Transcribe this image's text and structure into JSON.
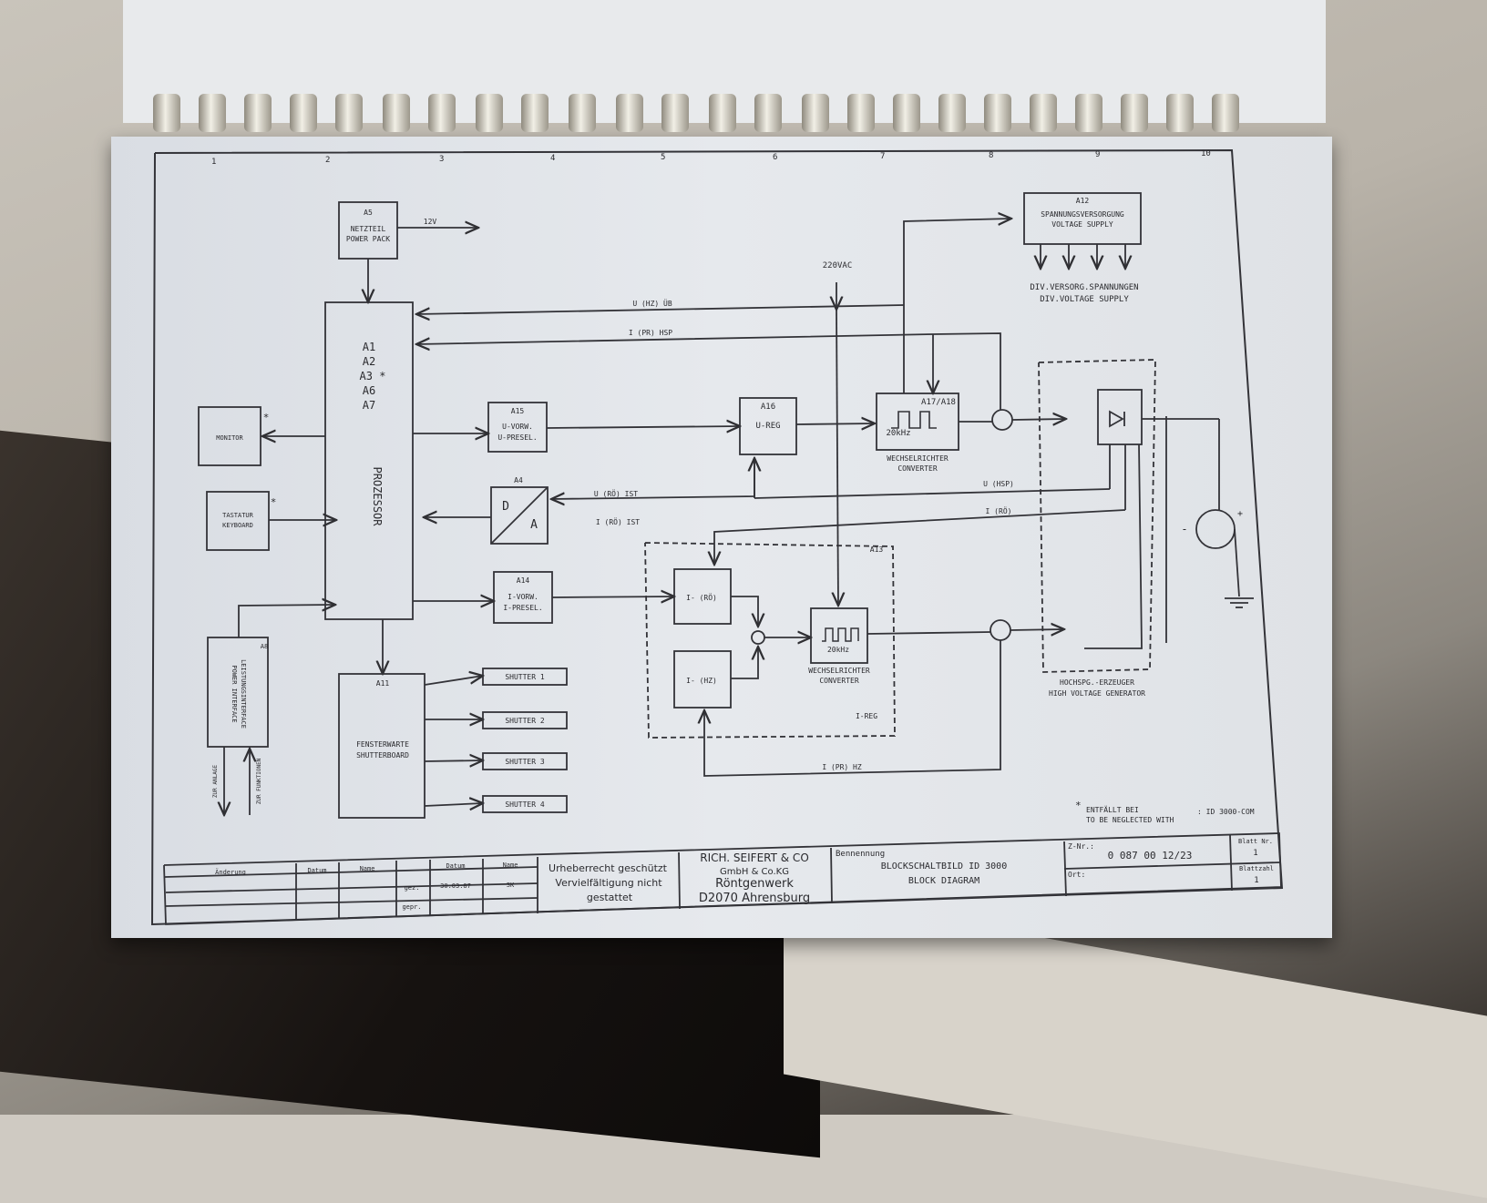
{
  "column_numbers": [
    "1",
    "2",
    "3",
    "4",
    "5",
    "6",
    "7",
    "8",
    "9",
    "10"
  ],
  "blocks": {
    "power_pack": {
      "id": "A5",
      "line1": "NETZTEIL",
      "line2": "POWER PACK",
      "out": "12V"
    },
    "processor": {
      "modules": [
        "A1",
        "A2",
        "A3 *",
        "A6",
        "A7"
      ],
      "label": "PROZESSOR"
    },
    "monitor": {
      "label": "MONITOR",
      "note": "*"
    },
    "keyboard": {
      "line1": "TASTATUR",
      "line2": "KEYBOARD",
      "note": "*"
    },
    "power_interface": {
      "id": "A8",
      "line1": "LEISTUNGSINTERFACE",
      "line2": "POWER INTERFACE"
    },
    "a15": {
      "id": "A15",
      "line1": "U-VORW.",
      "line2": "U-PRESEL."
    },
    "a4": {
      "id": "A4",
      "d": "D",
      "a": "A"
    },
    "a14": {
      "id": "A14",
      "line1": "I-VORW.",
      "line2": "I-PRESEL."
    },
    "a11": {
      "id": "A11",
      "line1": "FENSTERWARTE",
      "line2": "SHUTTERBOARD"
    },
    "shutters": [
      "SHUTTER 1",
      "SHUTTER 2",
      "SHUTTER 3",
      "SHUTTER 4"
    ],
    "a16": {
      "id": "A16",
      "label": "U-REG"
    },
    "a17": {
      "id": "A17/A18",
      "freq": "20kHz",
      "line1": "WECHSELRICHTER",
      "line2": "CONVERTER"
    },
    "a12": {
      "id": "A12",
      "line1": "SPANNUNGSVERSORGUNG",
      "line2": "VOLTAGE SUPPLY",
      "out1": "DIV.VERSORG.SPANNUNGEN",
      "out2": "DIV.VOLTAGE SUPPLY"
    },
    "a13": {
      "id": "A13",
      "i_roe": "I- (RÖ)",
      "i_hz": "I- (HZ)",
      "freq": "20kHz",
      "conv1": "WECHSELRICHTER",
      "conv2": "CONVERTER",
      "ireg": "I-REG"
    },
    "hv": {
      "line1": "HOCHSPG.-ERZEUGER",
      "line2": "HIGH VOLTAGE GENERATOR"
    }
  },
  "signals": {
    "supply": "220VAC",
    "u_hz": "U (HZ) ÜB",
    "i_pr_hsp": "I (PR) HSP",
    "u_roe_ist": "U (RÖ) IST",
    "i_roe_ist": "I (RÖ) IST",
    "u_hsp": "U (HSP)",
    "i_roe": "I (RÖ)",
    "i_pr_hz": "I (PR) HZ",
    "plus": "+",
    "minus": "-",
    "interface_left": "ZUR ANLAGE",
    "interface_right": "ZUR FUNKTIONEN"
  },
  "footnote": {
    "star": "*",
    "line1": "ENTFÄLLT BEI",
    "line2": "TO BE NEGLECTED WITH",
    "model": ": ID 3000-COM"
  },
  "title_block": {
    "rev_headers": [
      "Änderung",
      "Datum",
      "Name"
    ],
    "hdr_datum": "Datum",
    "hdr_name": "Name",
    "gez": "gez.",
    "gepr": "gepr.",
    "date": "30.03.87",
    "initials": "SK",
    "copyright": [
      "Urheberrecht geschützt",
      "Vervielfältigung nicht",
      "gestattet"
    ],
    "company": [
      "RICH. SEIFERT & CO",
      "GmbH & Co.KG",
      "Röntgenwerk",
      "D2070 Ahrensburg"
    ],
    "benennung": "Bennennung",
    "title1": "BLOCKSCHALTBILD  ID 3000",
    "title2": "BLOCK DIAGRAM",
    "znr_label": "Z-Nr.:",
    "znr": "0 087 00 12/23",
    "ort": "Ort:",
    "blatt_label": "Blatt Nr.",
    "blatt": "1",
    "blattzahl_label": "Blattzahl",
    "blattzahl": "1"
  }
}
